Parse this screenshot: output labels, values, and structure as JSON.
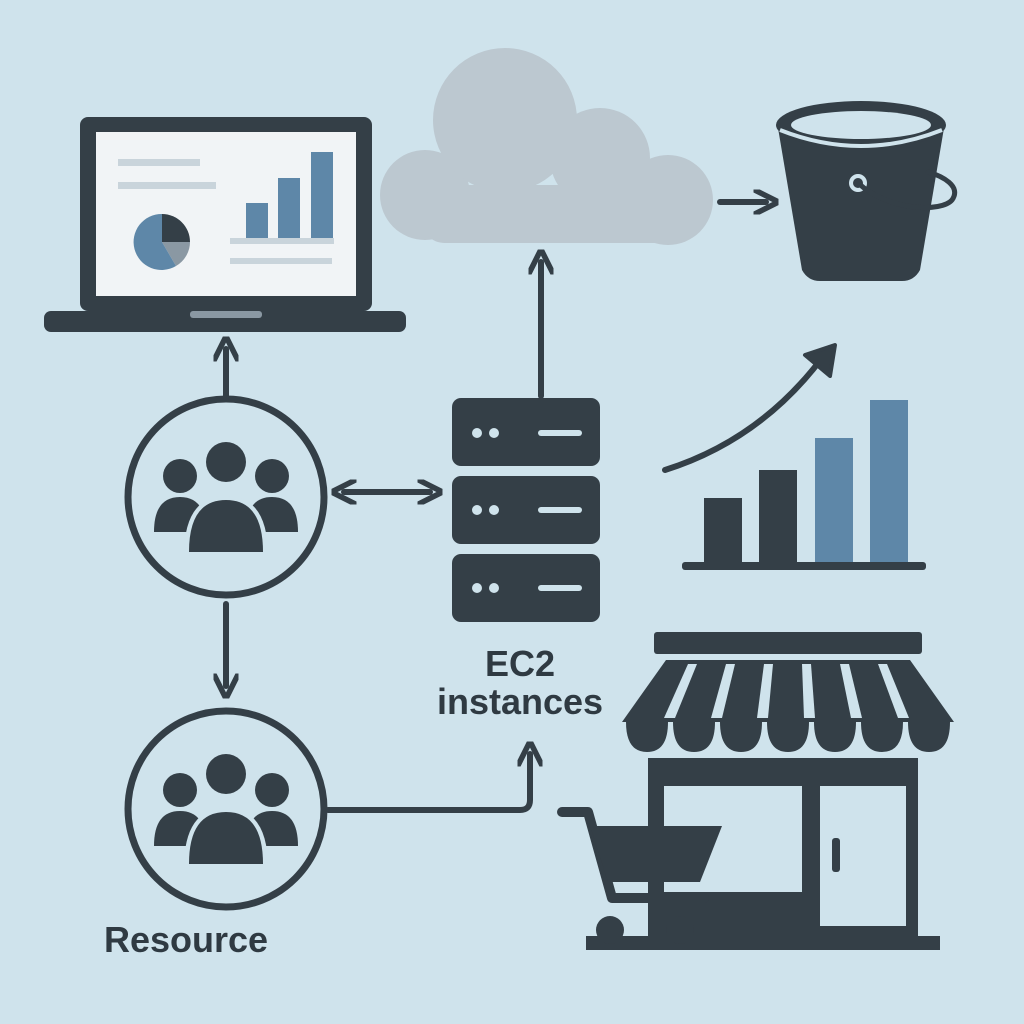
{
  "labels": {
    "ec2_line1": "EC2",
    "ec2_line2": "instances",
    "resource": "Resource"
  },
  "icons": {
    "laptop": "laptop-dashboard-icon",
    "cloud": "cloud-icon",
    "bucket": "storage-bucket-icon",
    "users_top": "users-group-icon",
    "users_bottom": "users-group-icon",
    "servers": "server-stack-icon",
    "growth_chart": "growth-bar-chart-icon",
    "storefront": "storefront-icon",
    "cart": "shopping-cart-icon"
  },
  "colors": {
    "background": "#cfe3ec",
    "ink": "#343f47",
    "cloud": "#bcc8d0",
    "accent_blue": "#5e87a8",
    "screen": "#f1f4f6"
  }
}
